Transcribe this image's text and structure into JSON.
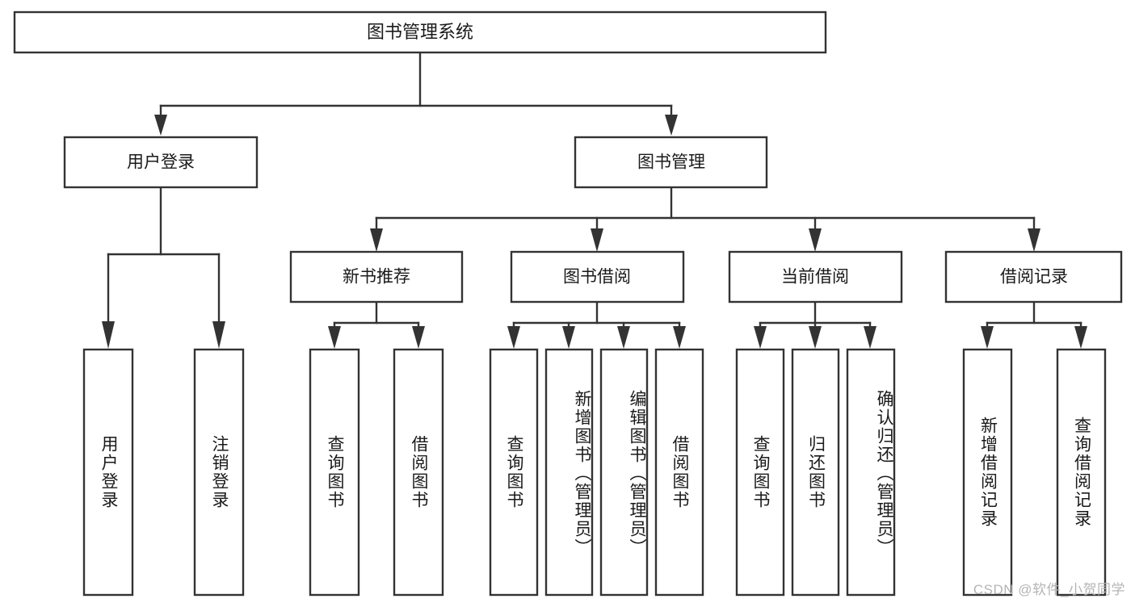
{
  "diagram": {
    "type": "tree-hierarchy-chart",
    "title": "图书管理系统",
    "watermark": "CSDN @软件_小贺同学",
    "colors": {
      "stroke": "#333333",
      "box_fill": "#ffffff",
      "text": "#1a1a1a",
      "background": "#ffffff",
      "watermark": "#b4b4b4"
    },
    "root": {
      "label": "图书管理系统"
    },
    "level2": [
      {
        "label": "用户登录"
      },
      {
        "label": "图书管理"
      }
    ],
    "level3": [
      {
        "label": "新书推荐"
      },
      {
        "label": "图书借阅"
      },
      {
        "label": "当前借阅"
      },
      {
        "label": "借阅记录"
      }
    ],
    "leaves": {
      "user_login": [
        {
          "label": "用户登录"
        },
        {
          "label": "注销登录"
        }
      ],
      "new_book_recommend": [
        {
          "label": "查询图书"
        },
        {
          "label": "借阅图书"
        }
      ],
      "book_borrow": [
        {
          "label": "查询图书"
        },
        {
          "label": "新增图书（管理员）"
        },
        {
          "label": "编辑图书（管理员）"
        },
        {
          "label": "借阅图书"
        }
      ],
      "current_borrow": [
        {
          "label": "查询图书"
        },
        {
          "label": "归还图书"
        },
        {
          "label": "确认归还（管理员）"
        }
      ],
      "borrow_record": [
        {
          "label": "新增借阅记录"
        },
        {
          "label": "查询借阅记录"
        }
      ]
    }
  }
}
